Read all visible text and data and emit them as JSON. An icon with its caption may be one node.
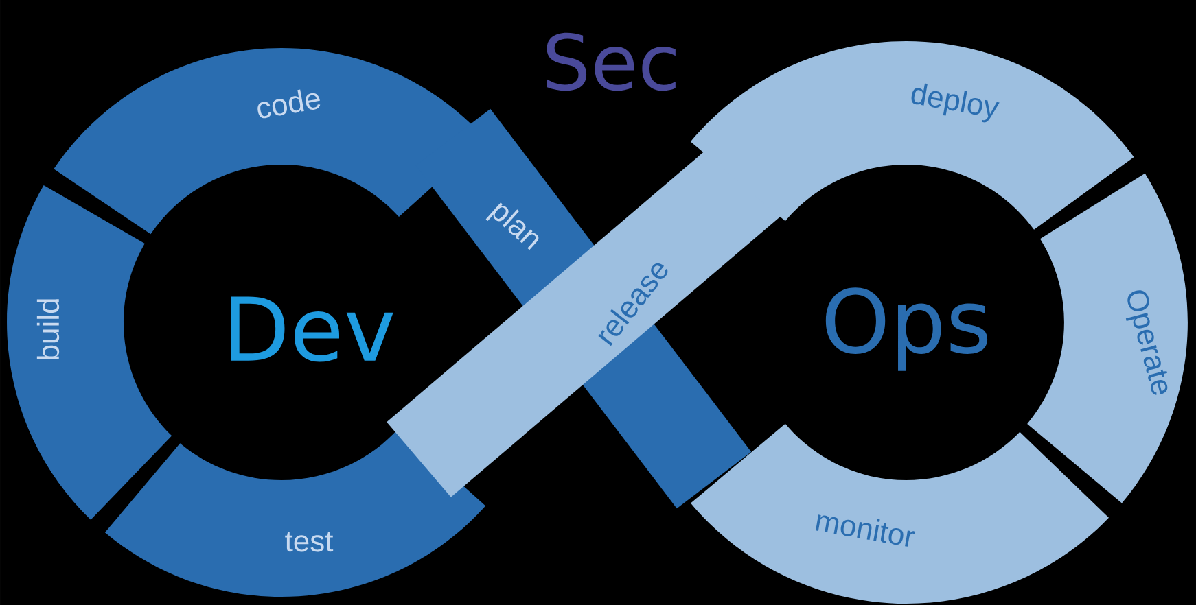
{
  "diagram": {
    "nodes": [
      {
        "text": [
          "code"
        ]
      },
      {
        "text": [
          "build"
        ]
      },
      {
        "text": [
          "test"
        ]
      },
      {
        "text": [
          "plan"
        ]
      },
      {
        "text": [
          "release"
        ]
      },
      {
        "text": [
          "deploy"
        ]
      },
      {
        "text": [
          "Operate"
        ]
      },
      {
        "text": [
          "monitor"
        ]
      }
    ],
    "labels": [
      "Sec",
      "Dev",
      "Ops"
    ]
  }
}
